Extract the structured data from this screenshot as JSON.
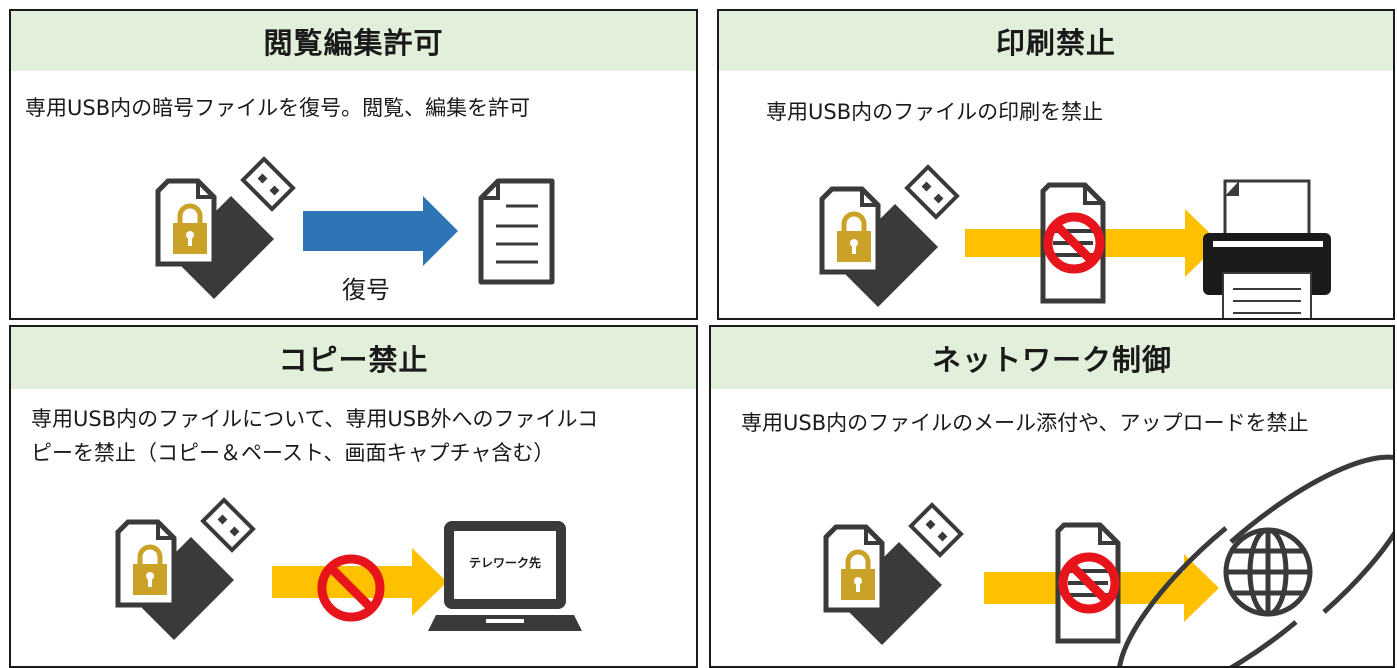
{
  "panels": [
    {
      "title": "閲覧編集許可",
      "description": [
        "専用USB内の暗号ファイルを復号。閲覧、編集を許可"
      ],
      "arrow_label": "復号"
    },
    {
      "title": "印刷禁止",
      "description": [
        "専用USB内のファイルの印刷を禁止"
      ]
    },
    {
      "title": "コピー禁止",
      "description": [
        "専用USB内のファイルについて、専用USB外へのファイルコ",
        "ピーを禁止（コピー＆ペースト、画面キャプチャ含む）"
      ],
      "laptop_screen_text": "テレワーク先"
    },
    {
      "title": "ネットワーク制御",
      "description": [
        "専用USB内のファイルのメール添付や、アップロードを禁止"
      ]
    }
  ],
  "colors": {
    "header_bg": "#e2efda",
    "allow_arrow": "#2e75b6",
    "block_arrow": "#ffc000",
    "prohibit": "#e8141c",
    "lock": "#c9a227",
    "icon_dark": "#3a3a3a"
  },
  "icons": [
    "usb-lock-icon",
    "document-icon",
    "printer-icon",
    "prohibit-icon",
    "laptop-icon",
    "globe-icon"
  ]
}
